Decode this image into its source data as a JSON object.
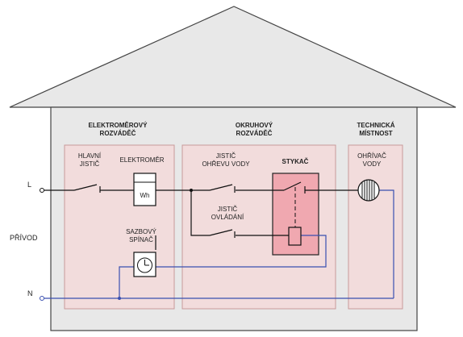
{
  "sections": {
    "meter_board": {
      "title_line1": "ELEKTROMĚROVÝ",
      "title_line2": "ROZVÁDĚČ"
    },
    "circuit_board": {
      "title_line1": "OKRUHOVÝ",
      "title_line2": "ROZVÁDĚČ"
    },
    "tech_room": {
      "title_line1": "TECHNICKÁ",
      "title_line2": "MÍSTNOST"
    }
  },
  "labels": {
    "main_breaker_line1": "HLAVNÍ",
    "main_breaker_line2": "JISTIČ",
    "meter": "ELEKTROMĚR",
    "meter_unit": "Wh",
    "tariff_switch_line1": "SAZBOVÝ",
    "tariff_switch_line2": "SPÍNAČ",
    "heater_breaker_line1": "JISTIČ",
    "heater_breaker_line2": "OHŘEVU VODY",
    "control_breaker_line1": "JISTIČ",
    "control_breaker_line2": "OVLÁDÁNÍ",
    "contactor": "STYKAČ",
    "water_heater_line1": "OHŘÍVAČ",
    "water_heater_line2": "VODY"
  },
  "supply": {
    "label": "PŘÍVOD",
    "phase": "L",
    "neutral": "N"
  },
  "colors": {
    "house_fill": "#e8e8e8",
    "box_fill": "#f2dcdc",
    "box_stroke": "#c89a9a",
    "contactor_fill": "#f0a8b0",
    "phase_wire": "#111111",
    "neutral_wire": "#3a4fb0"
  }
}
